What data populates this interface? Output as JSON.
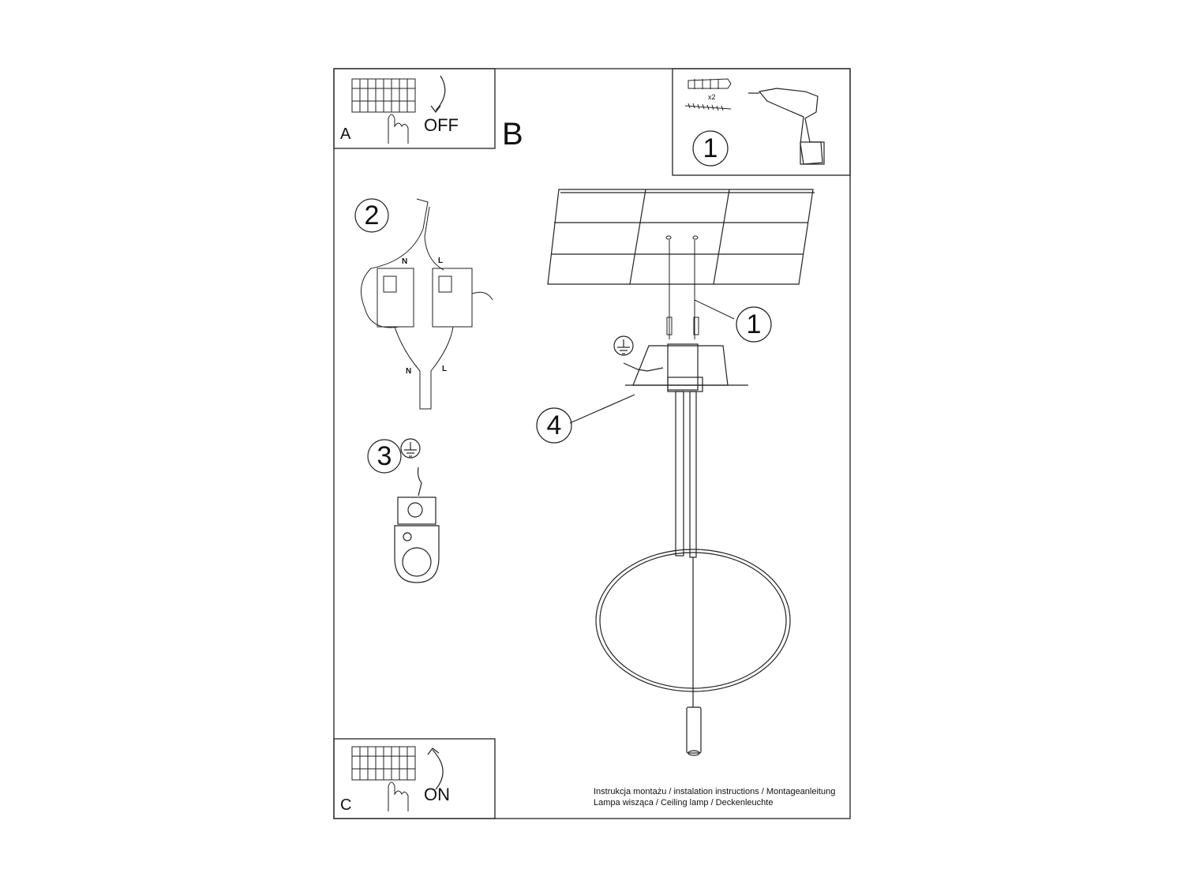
{
  "panels": {
    "a": {
      "letter": "A",
      "state": "OFF"
    },
    "b": {
      "letter": "B"
    },
    "c": {
      "letter": "C",
      "state": "ON"
    }
  },
  "steps": {
    "one_tools": "1",
    "one_ceiling": "1",
    "two": "2",
    "three": "3",
    "four": "4"
  },
  "tools": {
    "quantity": "x2"
  },
  "wires": {
    "neutral": "N",
    "live": "L"
  },
  "footer": {
    "line1": "Instrukcja montażu / instalation instructions / Montageanleitung",
    "line2": "Lampa wisząca / Ceiling lamp / Deckenleuchte"
  }
}
